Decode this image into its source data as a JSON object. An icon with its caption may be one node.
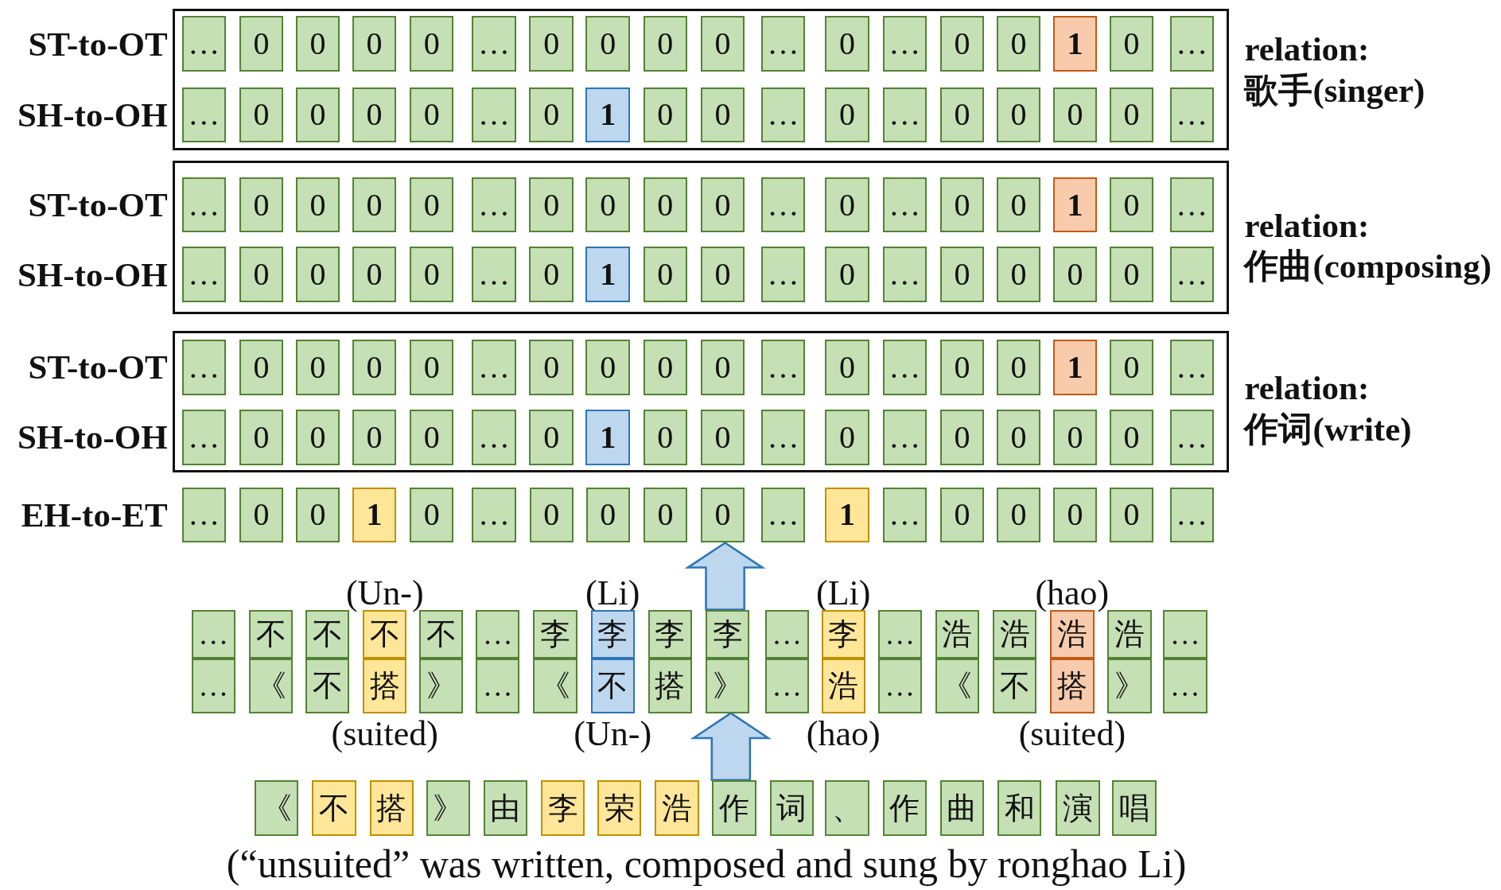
{
  "diagram": {
    "caption": "(“unsuited” was written, composed and sung by ronghao Li)",
    "nodes": [
      {
        "text": [
          "relation: 歌手(singer)"
        ]
      },
      {
        "text": [
          "…"
        ],
        "in": 0
      },
      {
        "text": [
          "0"
        ],
        "in": 0
      },
      {
        "text": [
          "0"
        ],
        "in": 0
      },
      {
        "text": [
          "0"
        ],
        "in": 0
      },
      {
        "text": [
          "0"
        ],
        "in": 0
      },
      {
        "text": [
          "…"
        ],
        "in": 0
      },
      {
        "text": [
          "0"
        ],
        "in": 0
      },
      {
        "text": [
          "0"
        ],
        "in": 0
      },
      {
        "text": [
          "0"
        ],
        "in": 0
      },
      {
        "text": [
          "0"
        ],
        "in": 0
      },
      {
        "text": [
          "…"
        ],
        "in": 0
      },
      {
        "text": [
          "0"
        ],
        "in": 0
      },
      {
        "text": [
          "…"
        ],
        "in": 0
      },
      {
        "text": [
          "0"
        ],
        "in": 0
      },
      {
        "text": [
          "0"
        ],
        "in": 0
      },
      {
        "text": [
          "1"
        ],
        "in": 0
      },
      {
        "text": [
          "0"
        ],
        "in": 0
      },
      {
        "text": [
          "…"
        ],
        "in": 0
      },
      {
        "text": [
          "…"
        ],
        "in": 0
      },
      {
        "text": [
          "0"
        ],
        "in": 0
      },
      {
        "text": [
          "0"
        ],
        "in": 0
      },
      {
        "text": [
          "0"
        ],
        "in": 0
      },
      {
        "text": [
          "0"
        ],
        "in": 0
      },
      {
        "text": [
          "…"
        ],
        "in": 0
      },
      {
        "text": [
          "0"
        ],
        "in": 0
      },
      {
        "text": [
          "1"
        ],
        "in": 0
      },
      {
        "text": [
          "0"
        ],
        "in": 0
      },
      {
        "text": [
          "0"
        ],
        "in": 0
      },
      {
        "text": [
          "…"
        ],
        "in": 0
      },
      {
        "text": [
          "0"
        ],
        "in": 0
      },
      {
        "text": [
          "…"
        ],
        "in": 0
      },
      {
        "text": [
          "0"
        ],
        "in": 0
      },
      {
        "text": [
          "0"
        ],
        "in": 0
      },
      {
        "text": [
          "0"
        ],
        "in": 0
      },
      {
        "text": [
          "0"
        ],
        "in": 0
      },
      {
        "text": [
          "…"
        ],
        "in": 0
      },
      {
        "text": [
          "relation: 作曲(composing)"
        ]
      },
      {
        "text": [
          "…"
        ],
        "in": 37
      },
      {
        "text": [
          "0"
        ],
        "in": 37
      },
      {
        "text": [
          "0"
        ],
        "in": 37
      },
      {
        "text": [
          "0"
        ],
        "in": 37
      },
      {
        "text": [
          "0"
        ],
        "in": 37
      },
      {
        "text": [
          "…"
        ],
        "in": 37
      },
      {
        "text": [
          "0"
        ],
        "in": 37
      },
      {
        "text": [
          "0"
        ],
        "in": 37
      },
      {
        "text": [
          "0"
        ],
        "in": 37
      },
      {
        "text": [
          "0"
        ],
        "in": 37
      },
      {
        "text": [
          "…"
        ],
        "in": 37
      },
      {
        "text": [
          "0"
        ],
        "in": 37
      },
      {
        "text": [
          "…"
        ],
        "in": 37
      },
      {
        "text": [
          "0"
        ],
        "in": 37
      },
      {
        "text": [
          "0"
        ],
        "in": 37
      },
      {
        "text": [
          "1"
        ],
        "in": 37
      },
      {
        "text": [
          "0"
        ],
        "in": 37
      },
      {
        "text": [
          "…"
        ],
        "in": 37
      },
      {
        "text": [
          "…"
        ],
        "in": 37
      },
      {
        "text": [
          "0"
        ],
        "in": 37
      },
      {
        "text": [
          "0"
        ],
        "in": 37
      },
      {
        "text": [
          "0"
        ],
        "in": 37
      },
      {
        "text": [
          "0"
        ],
        "in": 37
      },
      {
        "text": [
          "…"
        ],
        "in": 37
      },
      {
        "text": [
          "0"
        ],
        "in": 37
      },
      {
        "text": [
          "1"
        ],
        "in": 37
      },
      {
        "text": [
          "0"
        ],
        "in": 37
      },
      {
        "text": [
          "0"
        ],
        "in": 37
      },
      {
        "text": [
          "…"
        ],
        "in": 37
      },
      {
        "text": [
          "0"
        ],
        "in": 37
      },
      {
        "text": [
          "…"
        ],
        "in": 37
      },
      {
        "text": [
          "0"
        ],
        "in": 37
      },
      {
        "text": [
          "0"
        ],
        "in": 37
      },
      {
        "text": [
          "0"
        ],
        "in": 37
      },
      {
        "text": [
          "0"
        ],
        "in": 37
      },
      {
        "text": [
          "…"
        ],
        "in": 37
      },
      {
        "text": [
          "relation: 作词(write)"
        ]
      },
      {
        "text": [
          "…"
        ],
        "in": 74
      },
      {
        "text": [
          "0"
        ],
        "in": 74
      },
      {
        "text": [
          "0"
        ],
        "in": 74
      },
      {
        "text": [
          "0"
        ],
        "in": 74
      },
      {
        "text": [
          "0"
        ],
        "in": 74
      },
      {
        "text": [
          "…"
        ],
        "in": 74
      },
      {
        "text": [
          "0"
        ],
        "in": 74
      },
      {
        "text": [
          "0"
        ],
        "in": 74
      },
      {
        "text": [
          "0"
        ],
        "in": 74
      },
      {
        "text": [
          "0"
        ],
        "in": 74
      },
      {
        "text": [
          "…"
        ],
        "in": 74
      },
      {
        "text": [
          "0"
        ],
        "in": 74
      },
      {
        "text": [
          "…"
        ],
        "in": 74
      },
      {
        "text": [
          "0"
        ],
        "in": 74
      },
      {
        "text": [
          "0"
        ],
        "in": 74
      },
      {
        "text": [
          "1"
        ],
        "in": 74
      },
      {
        "text": [
          "0"
        ],
        "in": 74
      },
      {
        "text": [
          "…"
        ],
        "in": 74
      },
      {
        "text": [
          "…"
        ],
        "in": 74
      },
      {
        "text": [
          "0"
        ],
        "in": 74
      },
      {
        "text": [
          "0"
        ],
        "in": 74
      },
      {
        "text": [
          "0"
        ],
        "in": 74
      },
      {
        "text": [
          "0"
        ],
        "in": 74
      },
      {
        "text": [
          "…"
        ],
        "in": 74
      },
      {
        "text": [
          "0"
        ],
        "in": 74
      },
      {
        "text": [
          "1"
        ],
        "in": 74
      },
      {
        "text": [
          "0"
        ],
        "in": 74
      },
      {
        "text": [
          "0"
        ],
        "in": 74
      },
      {
        "text": [
          "…"
        ],
        "in": 74
      },
      {
        "text": [
          "0"
        ],
        "in": 74
      },
      {
        "text": [
          "…"
        ],
        "in": 74
      },
      {
        "text": [
          "0"
        ],
        "in": 74
      },
      {
        "text": [
          "0"
        ],
        "in": 74
      },
      {
        "text": [
          "0"
        ],
        "in": 74
      },
      {
        "text": [
          "0"
        ],
        "in": 74
      },
      {
        "text": [
          "…"
        ],
        "in": 74
      },
      {
        "text": [
          "…"
        ]
      },
      {
        "text": [
          "0"
        ]
      },
      {
        "text": [
          "0"
        ]
      },
      {
        "text": [
          "1"
        ]
      },
      {
        "text": [
          "0"
        ]
      },
      {
        "text": [
          "…"
        ]
      },
      {
        "text": [
          "0"
        ]
      },
      {
        "text": [
          "0"
        ]
      },
      {
        "text": [
          "0"
        ]
      },
      {
        "text": [
          "0"
        ]
      },
      {
        "text": [
          "…"
        ]
      },
      {
        "text": [
          "1"
        ]
      },
      {
        "text": [
          "…"
        ]
      },
      {
        "text": [
          "0"
        ]
      },
      {
        "text": [
          "0"
        ]
      },
      {
        "text": [
          "0"
        ]
      },
      {
        "text": [
          "0"
        ]
      },
      {
        "text": [
          "…"
        ]
      },
      {
        "text": [
          "…"
        ]
      },
      {
        "text": [
          "不"
        ]
      },
      {
        "text": [
          "不"
        ]
      },
      {
        "text": [
          "不"
        ],
        "beside": [
          "(Un-)"
        ]
      },
      {
        "text": [
          "不"
        ]
      },
      {
        "text": [
          "…"
        ]
      },
      {
        "text": [
          "李"
        ]
      },
      {
        "text": [
          "李"
        ],
        "beside": [
          "(Li)"
        ]
      },
      {
        "text": [
          "李"
        ]
      },
      {
        "text": [
          "李"
        ]
      },
      {
        "text": [
          "…"
        ]
      },
      {
        "text": [
          "李"
        ],
        "beside": [
          "(Li)"
        ]
      },
      {
        "text": [
          "…"
        ]
      },
      {
        "text": [
          "浩"
        ]
      },
      {
        "text": [
          "浩"
        ]
      },
      {
        "text": [
          "浩"
        ],
        "beside": [
          "(hao)"
        ]
      },
      {
        "text": [
          "浩"
        ]
      },
      {
        "text": [
          "…"
        ]
      },
      {
        "text": [
          "…"
        ]
      },
      {
        "text": [
          "《"
        ]
      },
      {
        "text": [
          "不"
        ]
      },
      {
        "text": [
          "搭"
        ],
        "beside": [
          "(suited)"
        ]
      },
      {
        "text": [
          "》"
        ]
      },
      {
        "text": [
          "…"
        ]
      },
      {
        "text": [
          "《"
        ]
      },
      {
        "text": [
          "不"
        ],
        "beside": [
          "(Un-)"
        ]
      },
      {
        "text": [
          "搭"
        ]
      },
      {
        "text": [
          "》"
        ]
      },
      {
        "text": [
          "…"
        ]
      },
      {
        "text": [
          "浩"
        ],
        "beside": [
          "(hao)"
        ]
      },
      {
        "text": [
          "…"
        ]
      },
      {
        "text": [
          "《"
        ]
      },
      {
        "text": [
          "不"
        ]
      },
      {
        "text": [
          "搭"
        ],
        "beside": [
          "(suited)"
        ]
      },
      {
        "text": [
          "》"
        ]
      },
      {
        "text": [
          "…"
        ]
      },
      {
        "text": [
          "《"
        ]
      },
      {
        "text": [
          "不"
        ]
      },
      {
        "text": [
          "搭"
        ]
      },
      {
        "text": [
          "》"
        ]
      },
      {
        "text": [
          "由"
        ]
      },
      {
        "text": [
          "李"
        ]
      },
      {
        "text": [
          "荣"
        ]
      },
      {
        "text": [
          "浩"
        ]
      },
      {
        "text": [
          "作"
        ]
      },
      {
        "text": [
          "词"
        ]
      },
      {
        "text": [
          "、"
        ]
      },
      {
        "text": [
          "作"
        ]
      },
      {
        "text": [
          "曲"
        ]
      },
      {
        "text": [
          "和"
        ]
      },
      {
        "text": [
          "演"
        ]
      },
      {
        "text": [
          "唱"
        ]
      }
    ],
    "edges": [
      {
        "from": 138,
        "to": 120,
        "arrow": "to",
        "style": "thick"
      },
      {
        "from": 173,
        "to": 156,
        "arrow": "to",
        "style": "thick"
      }
    ],
    "labels": [
      "ST-to-OT",
      "SH-to-OH",
      "ST-to-OT",
      "SH-to-OH",
      "ST-to-OT",
      "SH-to-OH",
      "EH-to-ET"
    ]
  }
}
